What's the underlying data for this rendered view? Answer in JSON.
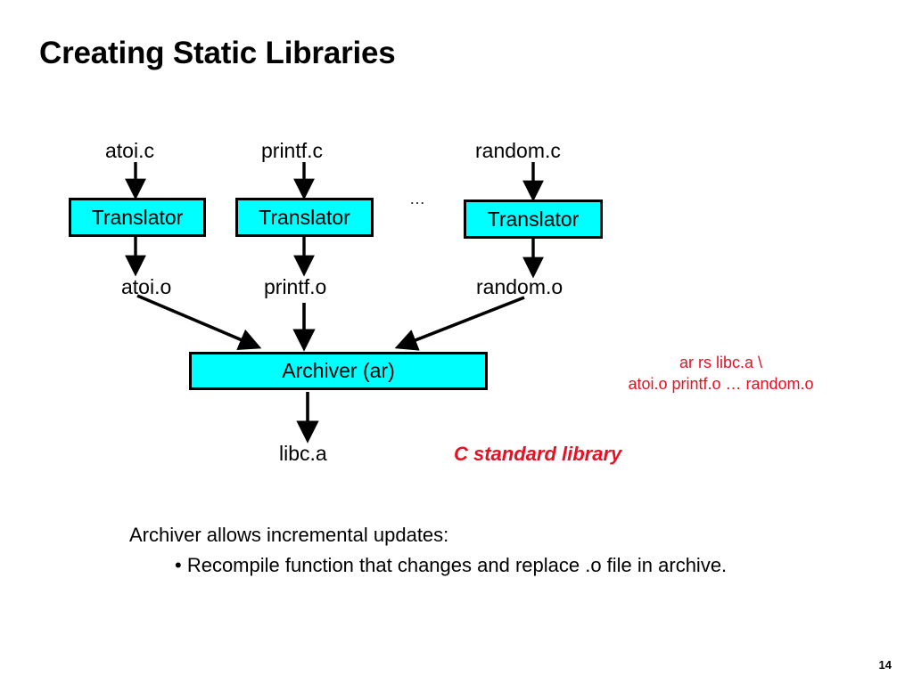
{
  "slide": {
    "title": "Creating Static Libraries",
    "page_number": "14"
  },
  "colors": {
    "box_fill": "#00ffff",
    "box_border": "#000000",
    "annotation_red": "#e81123",
    "text": "#000000",
    "background": "#ffffff"
  },
  "diagram": {
    "source_files": [
      {
        "label": "atoi.c"
      },
      {
        "label": "printf.c"
      },
      {
        "label": "random.c"
      }
    ],
    "translators": [
      {
        "label": "Translator"
      },
      {
        "label": "Translator"
      },
      {
        "label": "Translator"
      }
    ],
    "ellipsis": "…",
    "object_files": [
      {
        "label": "atoi.o"
      },
      {
        "label": "printf.o"
      },
      {
        "label": "random.o"
      }
    ],
    "archiver": {
      "label": "Archiver (ar)"
    },
    "output": {
      "label": "libc.a"
    },
    "command_note": {
      "line1": "ar rs libc.a \\",
      "line2": "atoi.o printf.o … random.o"
    },
    "output_note": "C standard library"
  },
  "body": {
    "heading": "Archiver allows incremental updates:",
    "bullet": "• Recompile function that changes and replace .o file in archive."
  }
}
